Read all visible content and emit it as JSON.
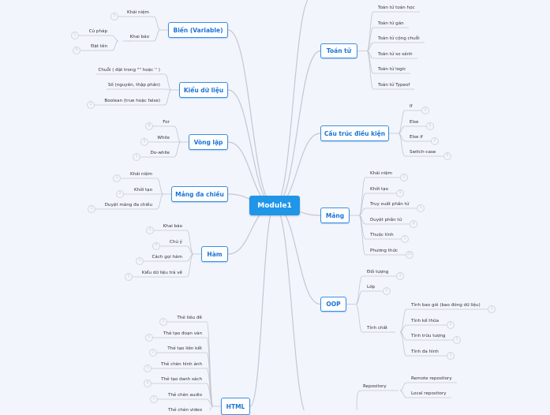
{
  "center": "Module1",
  "colors": {
    "center_fill": "#1f96e8",
    "branch_border": "#3a8fe0",
    "branch_text": "#1b74d6",
    "line": "#c4c7d0",
    "background": "#f3f5fd"
  },
  "branches": [
    {
      "label": "Biến (Variable)",
      "children": [
        {
          "label": "Khái niệm",
          "count": 3
        },
        {
          "label": "Khai báo",
          "children": [
            {
              "label": "Cú pháp",
              "count": 1
            },
            {
              "label": "Đặt tên",
              "count": 9
            }
          ]
        }
      ]
    },
    {
      "label": "Kiểu dữ liệu",
      "children": [
        {
          "label": "Chuỗi ( đặt trong \"\" hoặc '' )"
        },
        {
          "label": "Số (nguyên, thập phân)"
        },
        {
          "label": "Boolean (true hoặc false)",
          "count": 2
        }
      ]
    },
    {
      "label": "Vòng lặp",
      "children": [
        {
          "label": "For",
          "count": 8
        },
        {
          "label": "While",
          "count": 5
        },
        {
          "label": "Do-while",
          "count": 1
        }
      ]
    },
    {
      "label": "Mảng đa chiều",
      "children": [
        {
          "label": "Khái niệm",
          "count": 1
        },
        {
          "label": "Khởi tạo",
          "count": 2
        },
        {
          "label": "Duyệt mảng đa chiều",
          "count": 1
        }
      ]
    },
    {
      "label": "Hàm",
      "children": [
        {
          "label": "Khai báo",
          "count": 1
        },
        {
          "label": "Chú ý",
          "count": 7
        },
        {
          "label": "Cách gọi hàm",
          "count": 1
        },
        {
          "label": "Kiểu dữ liệu trả về",
          "count": 1
        }
      ]
    },
    {
      "label": "HTML",
      "children": [
        {
          "label": "Thẻ tiêu đề",
          "count": 1
        },
        {
          "label": "Thẻ tạo đoạn văn",
          "count": 1
        },
        {
          "label": "Thẻ tạo liên kết",
          "count": 1
        },
        {
          "label": "Thẻ chèn hình ảnh",
          "count": 1
        },
        {
          "label": "Thẻ tạo danh sách",
          "count": 4
        },
        {
          "label": "Thẻ chèn audio",
          "count": 1
        },
        {
          "label": "Thẻ chèn video"
        }
      ]
    },
    {
      "label": "Toán tử",
      "children": [
        {
          "label": "Toán tử toán học"
        },
        {
          "label": "Toán tử gán"
        },
        {
          "label": "Toán tử cộng chuỗi"
        },
        {
          "label": "Toán tử so sánh"
        },
        {
          "label": "Toán tử logic"
        },
        {
          "label": "Toán tử Typeof"
        }
      ]
    },
    {
      "label": "Cấu trúc điều kiện",
      "children": [
        {
          "label": "If",
          "count": 2
        },
        {
          "label": "Else",
          "count": 2
        },
        {
          "label": "Else if",
          "count": 2
        },
        {
          "label": "Switch-case",
          "count": 6
        }
      ]
    },
    {
      "label": "Mảng",
      "children": [
        {
          "label": "Khái niệm",
          "count": 1
        },
        {
          "label": "Khởi tạo",
          "count": 5
        },
        {
          "label": "Truy xuất phần tử",
          "count": 1
        },
        {
          "label": "Duyệt phần tử",
          "count": 4
        },
        {
          "label": "Thuộc tính",
          "count": 1
        },
        {
          "label": "Phương thức",
          "count": 23
        }
      ]
    },
    {
      "label": "OOP",
      "children": [
        {
          "label": "Đối tượng",
          "count": 1
        },
        {
          "label": "Lớp",
          "count": 1
        },
        {
          "label": "Tính chất",
          "children": [
            {
              "label": "Tính bao gói (bao đóng dữ liệu)",
              "count": 1
            },
            {
              "label": "Tính kế thừa",
              "count": 1
            },
            {
              "label": "Tính trừu tượng",
              "count": 1
            },
            {
              "label": "Tính đa hình",
              "count": 1
            }
          ]
        }
      ]
    }
  ],
  "partial_branch": {
    "children": [
      {
        "label": "Repository",
        "children": [
          {
            "label": "Remote repository"
          },
          {
            "label": "Local repository"
          }
        ]
      }
    ]
  }
}
